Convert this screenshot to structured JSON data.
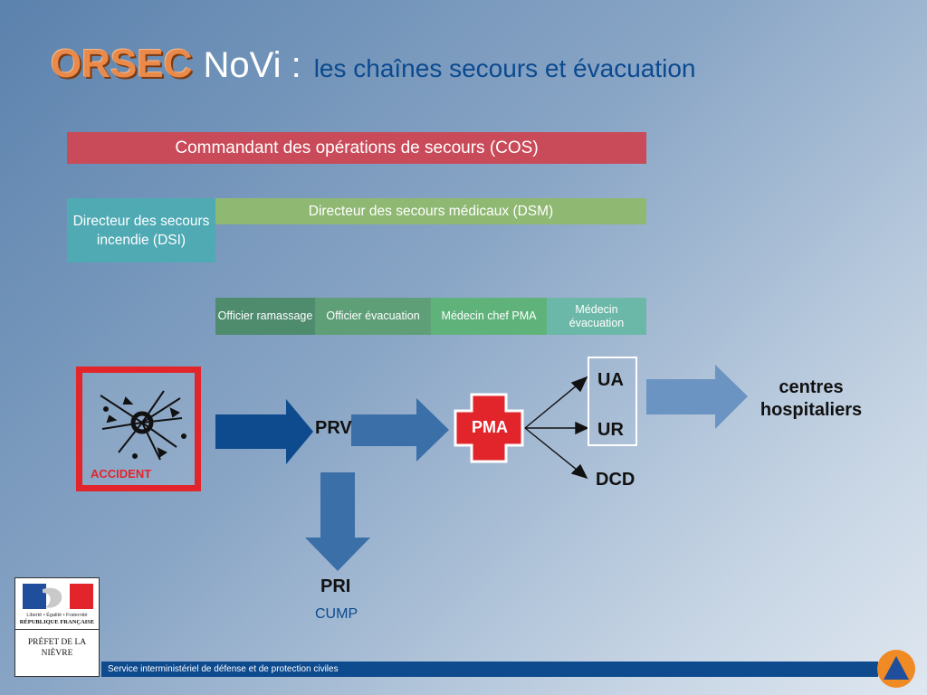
{
  "title": {
    "orsec": "ORSEC",
    "novi": "NoVi :",
    "subtitle": "les chaînes secours et évacuation"
  },
  "command": {
    "cos": "Commandant des opérations de secours (COS)",
    "dsi": "Directeur des secours incendie (DSI)",
    "dsm": "Directeur des secours médicaux (DSM)"
  },
  "officers": [
    {
      "label": "Officier ramassage"
    },
    {
      "label": "Officier évacuation"
    },
    {
      "label": "Médecin chef PMA"
    },
    {
      "label": "Médecin évacuation"
    }
  ],
  "flow": {
    "accident": "ACCIDENT",
    "prv": "PRV",
    "pma": "PMA",
    "ua": "UA",
    "ur": "UR",
    "dcd": "DCD",
    "pri": "PRI",
    "cump": "CUMP",
    "centres": "centres hospitaliers"
  },
  "logo": {
    "motto": "Liberté • Égalité • Fraternité",
    "republic": "RÉPUBLIQUE FRANÇAISE",
    "prefect": "PRÉFET DE LA NIÈVRE"
  },
  "footer": "Service interministériel de défense et de protection civiles",
  "colors": {
    "cos": "#c94a58",
    "dsi": "#4faab4",
    "dsm": "#8fb873",
    "accident": "#e2252b",
    "arrow_dark": "#0e4a8e",
    "arrow_mid": "#3a6fa8",
    "arrow_light": "#6b94c2"
  }
}
